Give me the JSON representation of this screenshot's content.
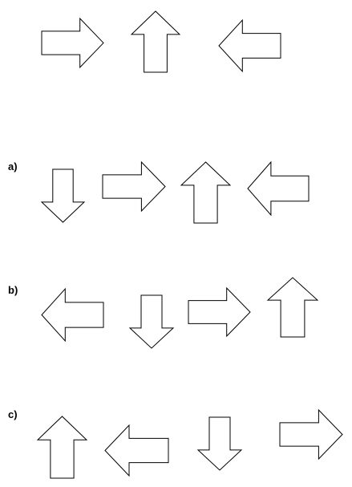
{
  "stroke_color": "#000000",
  "fill_color": "#ffffff",
  "prompt_row": {
    "arrows": [
      {
        "direction": "right"
      },
      {
        "direction": "up"
      },
      {
        "direction": "left"
      }
    ]
  },
  "options": [
    {
      "label": "a)",
      "arrows": [
        {
          "direction": "down"
        },
        {
          "direction": "right"
        },
        {
          "direction": "up"
        },
        {
          "direction": "left"
        }
      ]
    },
    {
      "label": "b)",
      "arrows": [
        {
          "direction": "left"
        },
        {
          "direction": "down"
        },
        {
          "direction": "right"
        },
        {
          "direction": "up"
        }
      ]
    },
    {
      "label": "c)",
      "arrows": [
        {
          "direction": "up"
        },
        {
          "direction": "left"
        },
        {
          "direction": "down"
        },
        {
          "direction": "right"
        }
      ]
    }
  ]
}
